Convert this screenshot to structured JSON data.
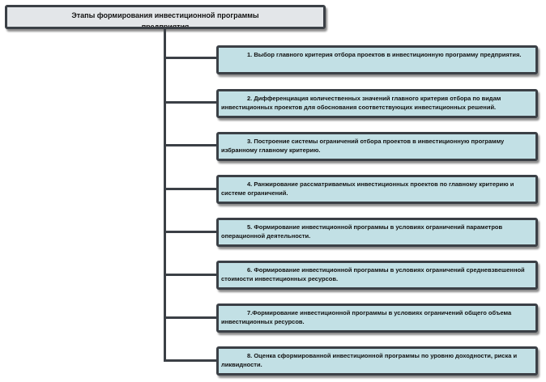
{
  "title": {
    "line1": "Этапы формирования инвестиционной программы",
    "line2": "предприятия"
  },
  "steps": [
    "1. Выбор главного критерия отбора проектов в инвестиционную программу предприятия.",
    "2. Дифференциация количественных значений главного критерия отбора по видам инвестиционных проектов для обоснования соответствующих инвестиционных решений.",
    "3. Построение системы ограничений отбора проектов в инвестиционную программу избранному главному критерию.",
    "4. Ранжирование рассматриваемых инвестиционных проектов по главному критерию и системе ограничений.",
    "5. Формирование инвестиционной программы в условиях ограничений параметров операционной деятельности.",
    "6. Формирование инвестиционной программы в условиях ограничений средневзвешенной стоимости инвестиционных ресурсов.",
    "7.Формирование инвестиционной программы в условиях ограничений общего объема инвестиционных ресурсов.",
    "8. Оценка сформированной инвестиционной программы по уровню доходности, риска и ликвидности."
  ],
  "colors": {
    "border": "#3b4046",
    "title_fill": "#e3e6e9",
    "step_fill": "#c2e0e5"
  }
}
